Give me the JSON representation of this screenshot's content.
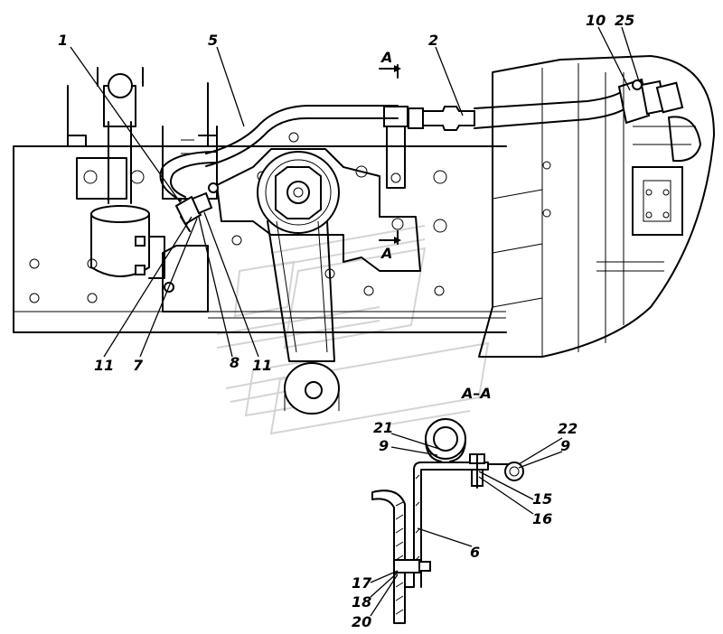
{
  "section_marks": {
    "top": "A",
    "bottom": "A",
    "view": "A–A"
  },
  "callouts": {
    "c1": "1",
    "c5": "5",
    "c2": "2",
    "c10": "10",
    "c25": "25",
    "c11a": "11",
    "c7": "7",
    "c8": "8",
    "c11b": "11",
    "c21": "21",
    "c9a": "9",
    "c22": "22",
    "c9b": "9",
    "c15": "15",
    "c16": "16",
    "c6": "6",
    "c17": "17",
    "c18": "18",
    "c20": "20"
  }
}
